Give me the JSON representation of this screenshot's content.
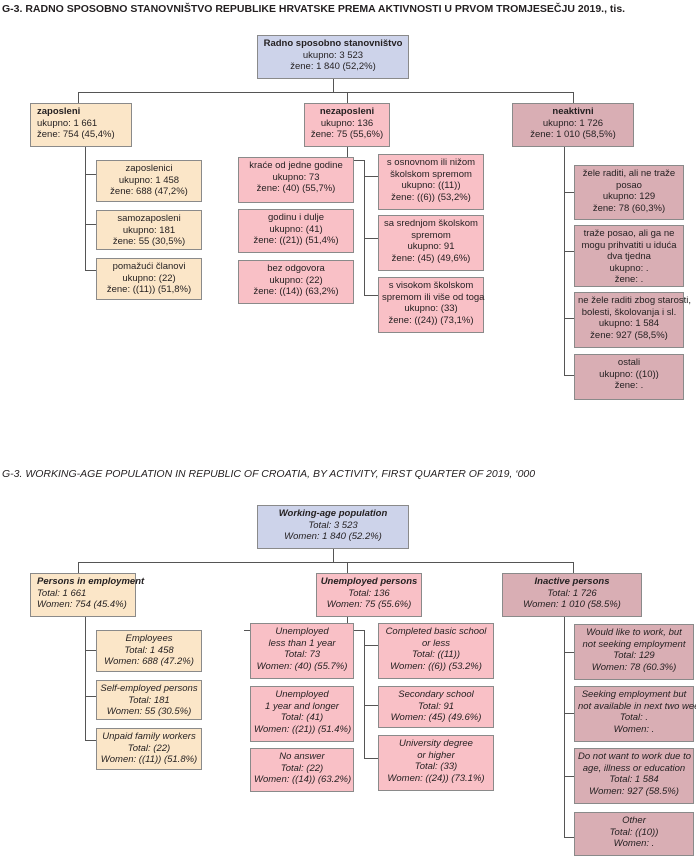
{
  "hr": {
    "title": "G-3.  RADNO SPOSOBNO STANOVNIŠTVO REPUBLIKE HRVATSKE PREMA AKTIVNOSTI U PRVOM TROMJESEČJU 2019., tis.",
    "root": {
      "l1": "Radno sposobno stanovništvo",
      "l2": "ukupno: 3 523",
      "l3": "žene: 1 840 (52,2%)"
    },
    "employed": {
      "l1": "zaposleni",
      "l2": "ukupno: 1 661",
      "l3": "žene: 754 (45,4%)"
    },
    "employees": {
      "l1": "zaposlenici",
      "l2": "ukupno: 1 458",
      "l3": "žene: 688 (47,2%)"
    },
    "self": {
      "l1": "samozaposleni",
      "l2": "ukupno: 181",
      "l3": "žene: 55 (30,5%)"
    },
    "family": {
      "l1": "pomažući članovi",
      "l2": "ukupno: (22)",
      "l3": "žene: ((11)) (51,8%)"
    },
    "unemployed": {
      "l1": "nezaposleni",
      "l2": "ukupno: 136",
      "l3": "žene: 75 (55,6%)"
    },
    "lt1": {
      "l1": "kraće od jedne godine",
      "l2": "ukupno: 73",
      "l3": "žene: (40) (55,7%)"
    },
    "ge1": {
      "l1": "godinu i dulje",
      "l2": "ukupno: (41)",
      "l3": "žene: ((21)) (51,4%)"
    },
    "noans": {
      "l1": "bez odgovora",
      "l2": "ukupno: (22)",
      "l3": "žene: ((14)) (63,2%)"
    },
    "basic": {
      "l1": "s osnovnom ili nižom",
      "l2": "školskom spremom",
      "l3": "ukupno: ((11))",
      "l4": "žene: ((6)) (53,2%)"
    },
    "secondary": {
      "l1": "sa srednjom školskom",
      "l2": "spremom",
      "l3": "ukupno: 91",
      "l4": "žene: (45) (49,6%)"
    },
    "higher": {
      "l1": "s visokom školskom",
      "l2": "spremom ili više od toga",
      "l3": "ukupno: (33)",
      "l4": "žene: ((24)) (73,1%)"
    },
    "inactive": {
      "l1": "neaktivni",
      "l2": "ukupno: 1 726",
      "l3": "žene: 1 010 (58,5%)"
    },
    "wantwork": {
      "l1": "žele raditi, ali ne traže",
      "l2": "posao",
      "l3": "ukupno: 129",
      "l4": "žene: 78 (60,3%)"
    },
    "seeking": {
      "l1": "traže posao, ali ga ne",
      "l2": "mogu prihvatiti u iduća",
      "l3": "dva tjedna",
      "l4": "ukupno:  .",
      "l5": "žene:  ."
    },
    "notwant": {
      "l1": "ne žele raditi zbog starosti,",
      "l2": "bolesti, školovanja i sl.",
      "l3": "ukupno: 1 584",
      "l4": "žene: 927 (58,5%)"
    },
    "other": {
      "l1": "ostali",
      "l2": "ukupno: ((10))",
      "l3": "žene:  ."
    }
  },
  "en": {
    "title": "G-3.  WORKING-AGE POPULATION IN REPUBLIC OF CROATIA, BY ACTIVITY, FIRST QUARTER OF 2019, ‘000",
    "root": {
      "l1": "Working-age population",
      "l2": "Total: 3 523",
      "l3": "Women: 1 840 (52.2%)"
    },
    "employed": {
      "l1": "Persons in employment",
      "l2": "Total: 1 661",
      "l3": "Women: 754 (45.4%)"
    },
    "employees": {
      "l1": "Employees",
      "l2": "Total: 1 458",
      "l3": "Women: 688 (47.2%)"
    },
    "self": {
      "l1": "Self-employed persons",
      "l2": "Total: 181",
      "l3": "Women: 55 (30.5%)"
    },
    "family": {
      "l1": "Unpaid family workers",
      "l2": "Total: (22)",
      "l3": "Women: ((11)) (51.8%)"
    },
    "unemployed": {
      "l1": "Unemployed persons",
      "l2": "Total: 136",
      "l3": "Women: 75 (55.6%)"
    },
    "lt1": {
      "l1": "Unemployed",
      "l2": "less than 1 year",
      "l3": "Total: 73",
      "l4": "Women: (40) (55.7%)"
    },
    "ge1": {
      "l1": "Unemployed",
      "l2": "1 year and longer",
      "l3": "Total: (41)",
      "l4": "Women: ((21)) (51.4%)"
    },
    "noans": {
      "l1": "No answer",
      "l2": "Total: (22)",
      "l3": "Women: ((14)) (63.2%)"
    },
    "basic": {
      "l1": "Completed basic school",
      "l2": "or less",
      "l3": "Total: ((11))",
      "l4": "Women: ((6)) (53.2%)"
    },
    "secondary": {
      "l1": "Secondary school",
      "l2": "Total: 91",
      "l3": "Women: (45) (49.6%)"
    },
    "higher": {
      "l1": "University degree",
      "l2": "or higher",
      "l3": "Total: (33)",
      "l4": "Women: ((24)) (73.1%)"
    },
    "inactive": {
      "l1": "Inactive persons",
      "l2": "Total: 1 726",
      "l3": "Women: 1 010 (58.5%)"
    },
    "wantwork": {
      "l1": "Would like to work, but",
      "l2": "not seeking employment",
      "l3": "Total: 129",
      "l4": "Women: 78 (60.3%)"
    },
    "seeking": {
      "l1": "Seeking employment but",
      "l2": "not available in next two weeks",
      "l3": "Total:  .",
      "l4": "Women:  ."
    },
    "notwant": {
      "l1": "Do not want to work due to",
      "l2": "age, illness or education",
      "l3": "Total: 1 584",
      "l4": "Women: 927 (58.5%)"
    },
    "other": {
      "l1": "Other",
      "l2": "Total: ((10))",
      "l3": "Women:  ."
    }
  },
  "colors": {
    "root": "#cdd3ea",
    "employed": "#fbe6c8",
    "unemployed": "#f9c0c6",
    "inactive": "#d9aeb4"
  }
}
